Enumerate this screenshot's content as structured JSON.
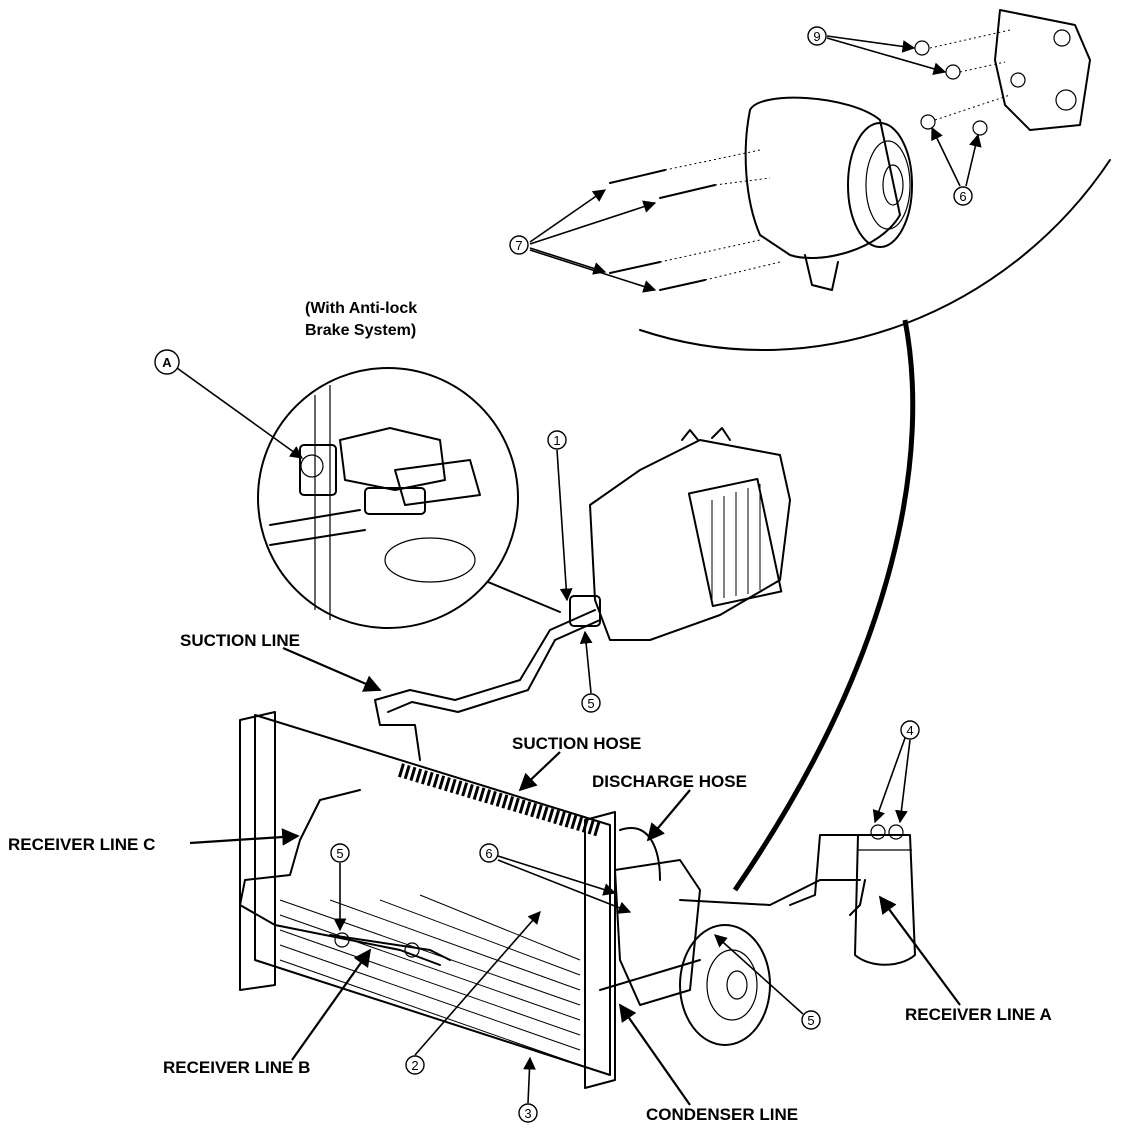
{
  "labels": {
    "abs_note_line1": "(With Anti-lock",
    "abs_note_line2": "Brake System)",
    "suction_line": "SUCTION LINE",
    "suction_hose": "SUCTION HOSE",
    "discharge_hose": "DISCHARGE HOSE",
    "receiver_line_c": "RECEIVER LINE C",
    "receiver_line_b": "RECEIVER LINE B",
    "receiver_line_a": "RECEIVER LINE A",
    "condenser_line": "CONDENSER LINE"
  },
  "callouts": {
    "a": "A",
    "n1": "1",
    "n2": "2",
    "n3": "3",
    "n4": "4",
    "n5a": "5",
    "n5b": "5",
    "n5c": "5",
    "n6a": "6",
    "n6b": "6",
    "n7": "7",
    "n9": "9"
  },
  "colors": {
    "ink": "#000000",
    "paper": "#ffffff"
  }
}
